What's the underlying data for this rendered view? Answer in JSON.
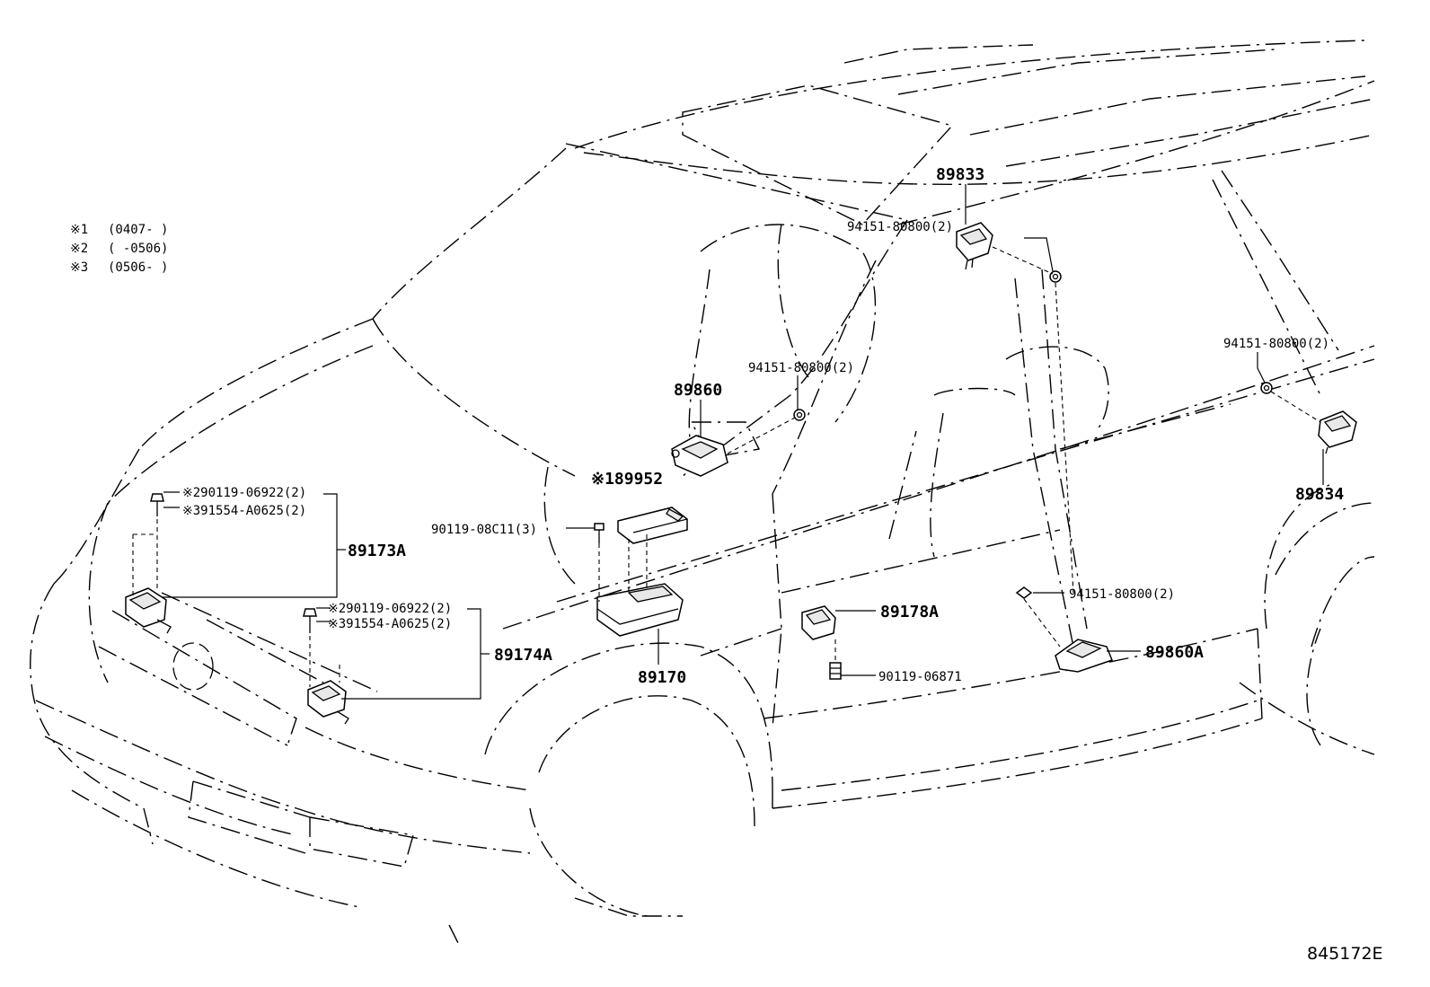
{
  "legend": [
    {
      "mark": "※1",
      "range": "(0407-      )"
    },
    {
      "mark": "※2",
      "range": "(      -0506)"
    },
    {
      "mark": "※3",
      "range": "(0506-      )"
    }
  ],
  "parts": {
    "p89833": "89833",
    "p94151_a": "94151-80800(2)",
    "p94151_b": "94151-80800(2)",
    "p94151_c": "94151-80800(2)",
    "p94151_d": "94151-80800(2)",
    "p89860": "89860",
    "p89834": "89834",
    "p89952": "※189952",
    "p90119_08c11": "90119-08C11(3)",
    "p90119_06922_a": "※290119-06922(2)",
    "p91554_a": "※391554-A0625(2)",
    "p89173a": "89173A",
    "p90119_06922_b": "※290119-06922(2)",
    "p91554_b": "※391554-A0625(2)",
    "p89174a": "89174A",
    "p89170": "89170",
    "p89178a": "89178A",
    "p90119_06871": "90119-06871",
    "p89860a": "89860A"
  },
  "diagram_code": "845172E"
}
